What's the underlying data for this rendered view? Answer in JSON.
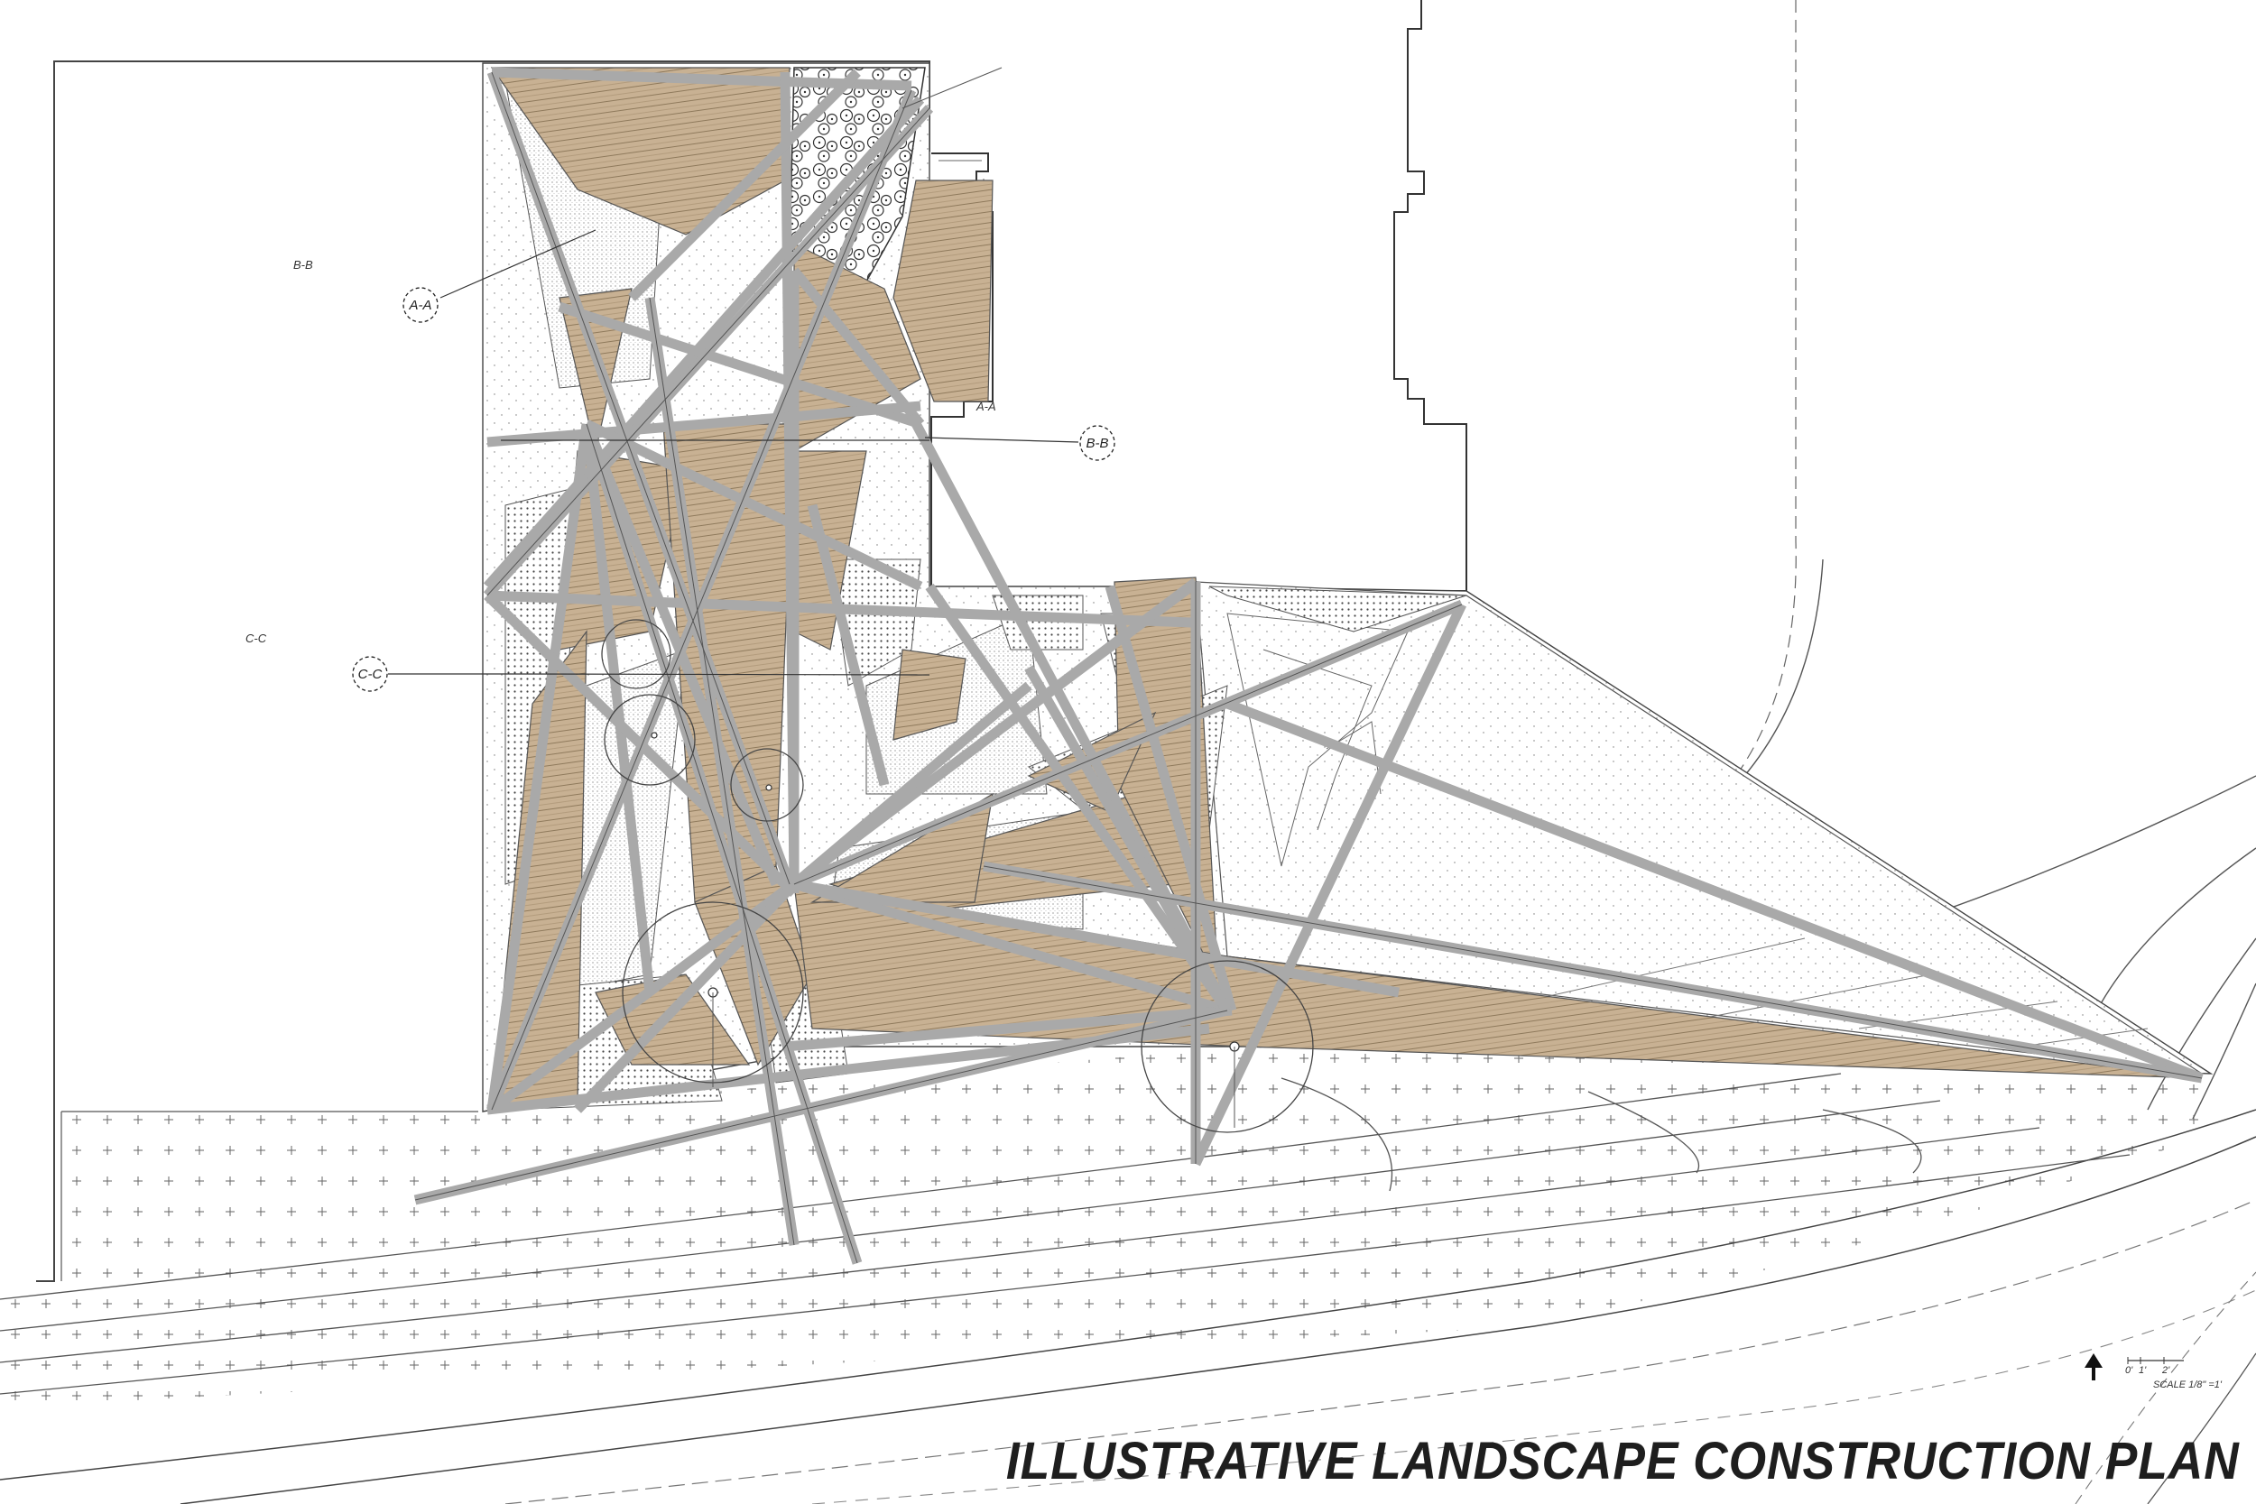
{
  "title": "ILLUSTRATIVE LANDSCAPE CONSTRUCTION PLAN",
  "section_tags": [
    "B-B",
    "C-C",
    "A-A"
  ],
  "callouts": [
    "A-A",
    "B-B",
    "C-C"
  ],
  "scale": {
    "ticks": [
      "0'",
      "1'",
      "2'"
    ],
    "label": "SCALE 1/8\" =1'"
  },
  "north_arrow_icon": "north-arrow-icon",
  "colors": {
    "wood_decking": "#c8b193",
    "path_band": "#a9a9a9",
    "linework": "#3a3a3a",
    "background": "#ffffff"
  }
}
